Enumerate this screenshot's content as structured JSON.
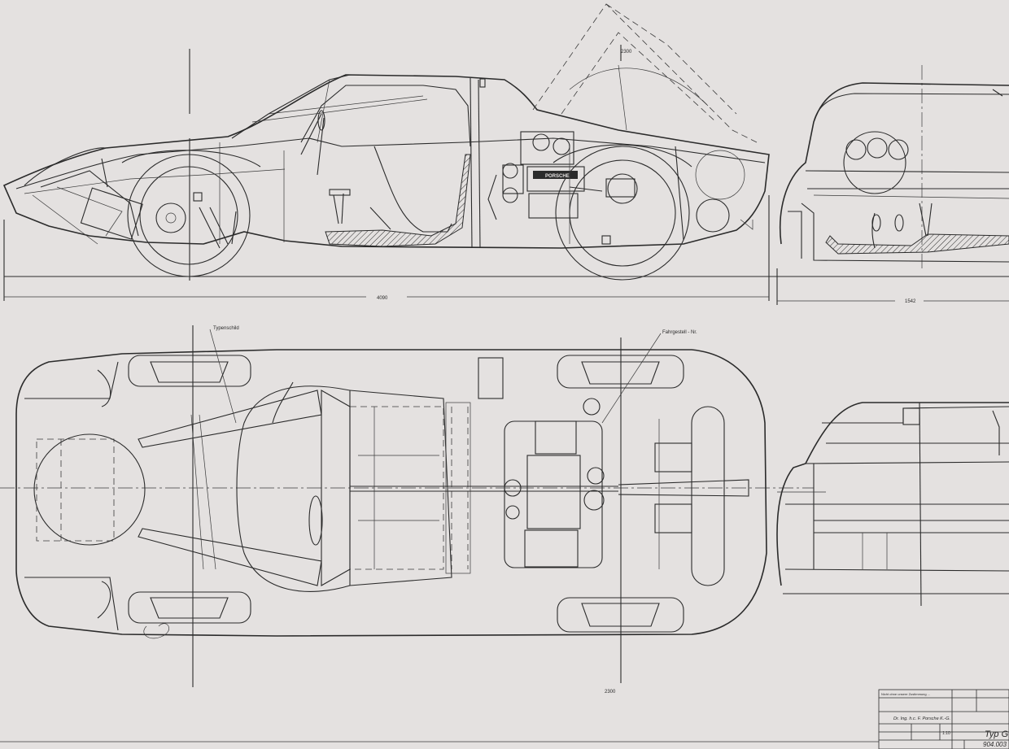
{
  "labels": {
    "dim_length": "4090",
    "dim_wheelbase": "2300",
    "dim_wheelbase_bottom": "2300",
    "dim_front_width": "1542",
    "callout_typenschild": "Typenschild",
    "callout_fahrgestell": "Fahrgestell - Nr.",
    "engine_brand": "PORSCHE"
  },
  "title_block": {
    "note": "Nicht ohne unsere Zustimmung ...",
    "company": "Dr. Ing. h.c. F. Porsche K.-G.",
    "scale": "1:10",
    "model": "Typ GT",
    "drawing_no": "904.003"
  },
  "colors": {
    "paper": "#e4e1e0",
    "ink": "#2b2b2b"
  }
}
